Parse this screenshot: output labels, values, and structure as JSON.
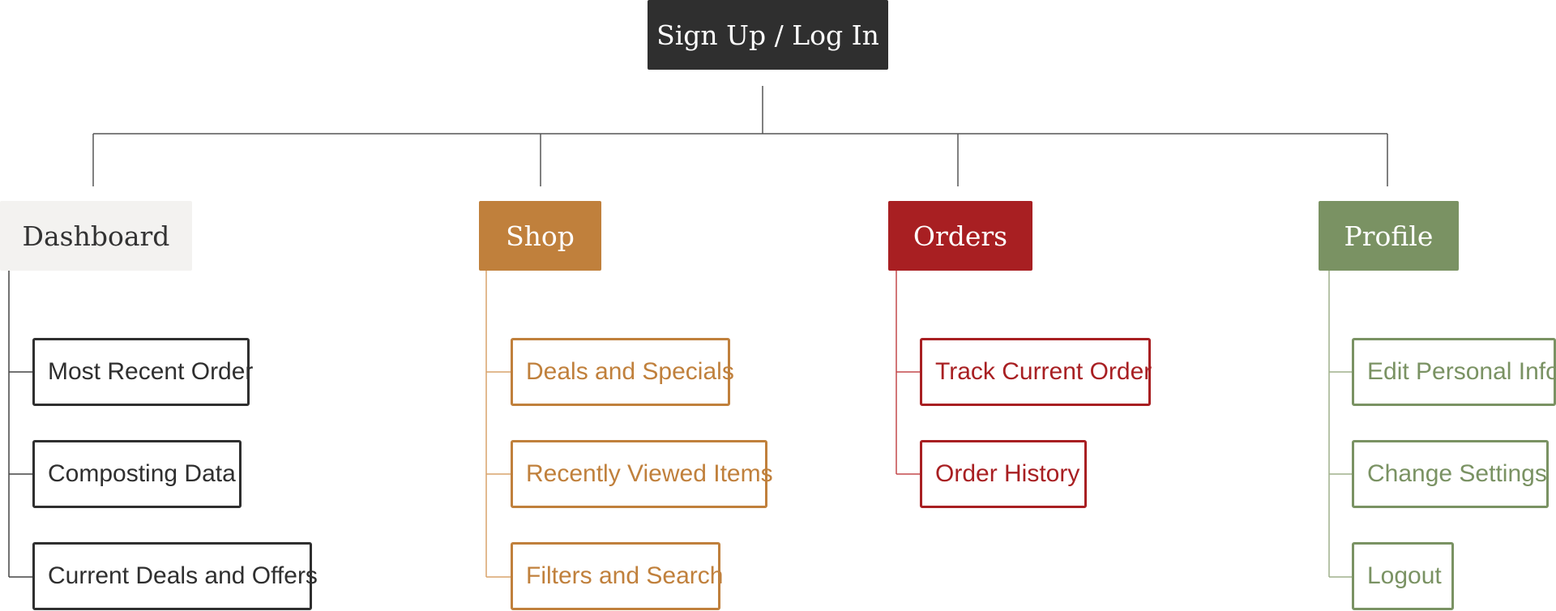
{
  "root": {
    "label": "Sign Up / Log In",
    "color": "#2f2f2f"
  },
  "sections": [
    {
      "key": "dashboard",
      "label": "Dashboard",
      "bg": "#f3f2f0",
      "text": "#333333",
      "line": "#333333",
      "items": [
        "Most Recent Order",
        "Composting Data",
        "Current Deals and Offers"
      ]
    },
    {
      "key": "shop",
      "label": "Shop",
      "bg": "#c0803c",
      "text": "#ffffff",
      "line": "#c0803c",
      "items": [
        "Deals and Specials",
        "Recently Viewed Items",
        "Filters and Search"
      ]
    },
    {
      "key": "orders",
      "label": "Orders",
      "bg": "#a81f22",
      "text": "#ffffff",
      "line": "#a81f22",
      "items": [
        "Track Current Order",
        "Order History"
      ]
    },
    {
      "key": "profile",
      "label": "Profile",
      "bg": "#7a9263",
      "text": "#ffffff",
      "line": "#7a9263",
      "items": [
        "Edit Personal Info",
        "Change Settings",
        "Logout"
      ]
    }
  ]
}
